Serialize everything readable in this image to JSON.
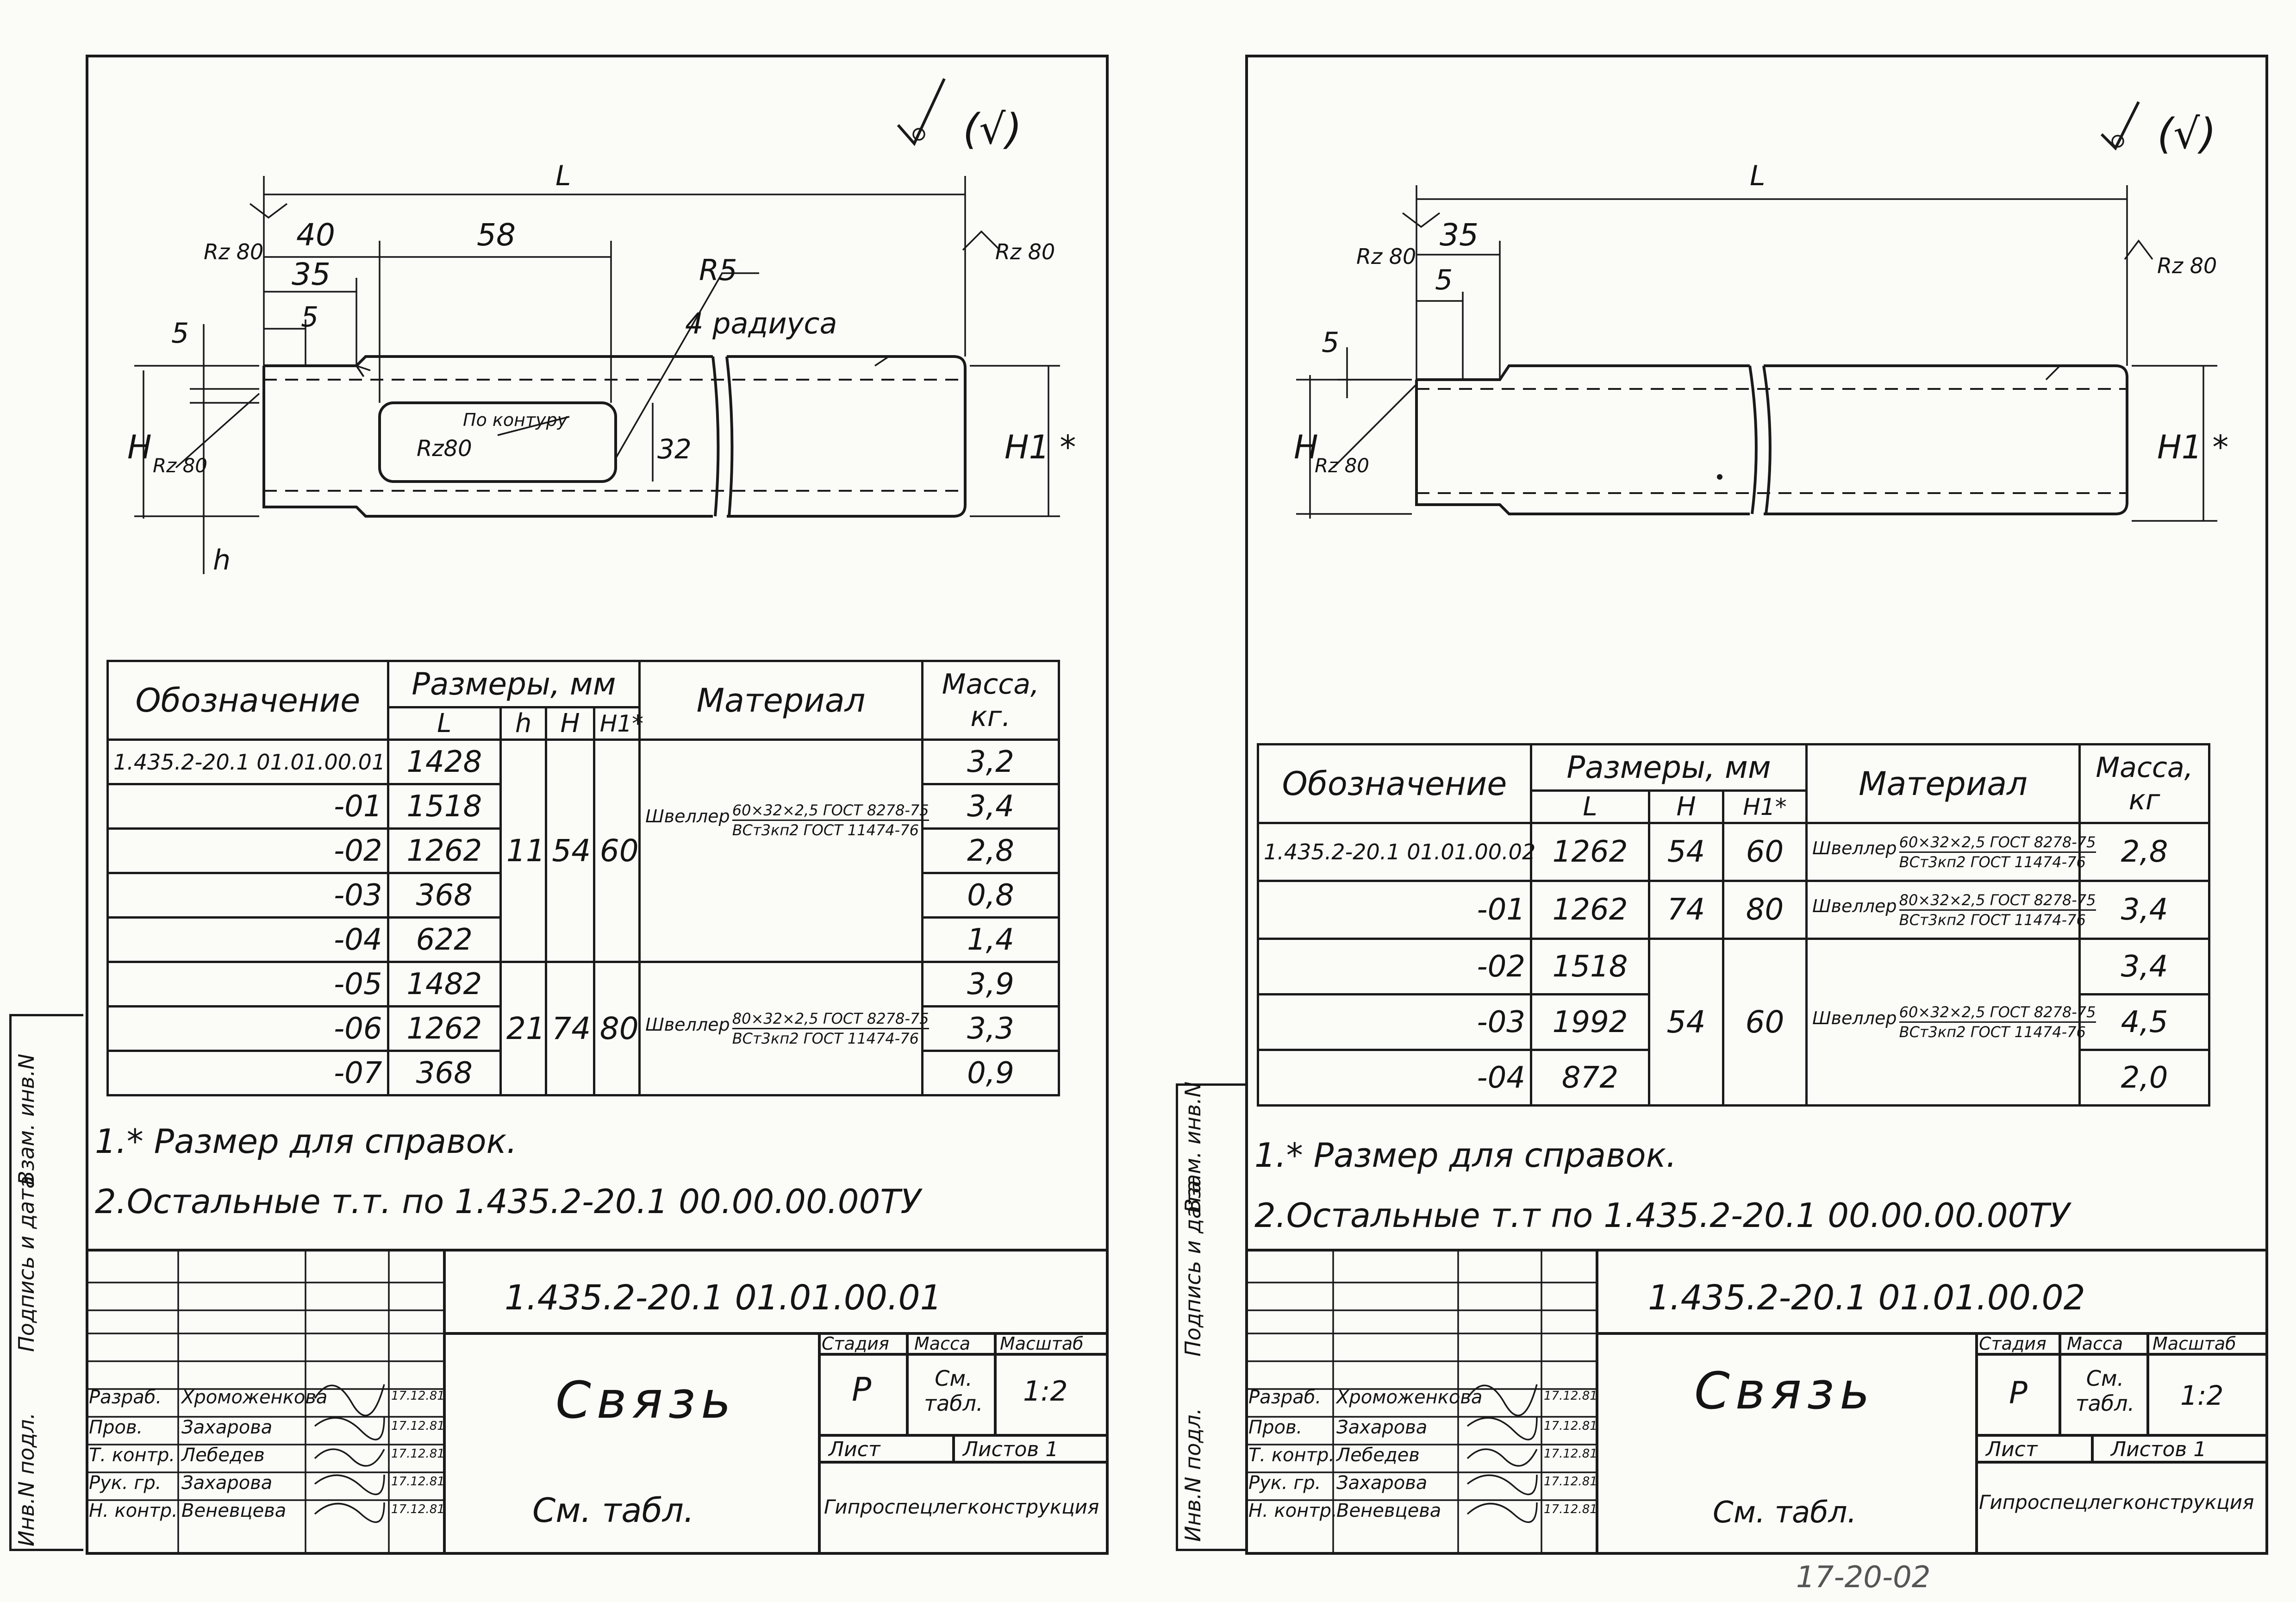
{
  "sheets": [
    {
      "drawing": {
        "dims": {
          "L": "L",
          "d40": "40",
          "d58": "58",
          "d35": "35",
          "d5a": "5",
          "d5b": "5",
          "H": "H",
          "h": "h",
          "H1": "H1 *",
          "d32": "32",
          "R5": "R5",
          "radii": "4 радиуса",
          "rz_top": "Rz 80",
          "rz_right": "Rz 80",
          "rz_left": "Rz 80",
          "rz_slot": "Rz80",
          "contour": "По контуру"
        },
        "roughness_mark": "(√)"
      },
      "table": {
        "h_desig": "Обозначение",
        "h_dims": "Размеры, мм",
        "h_mat": "Материал",
        "h_mass": "Масса, кг.",
        "h_cols": [
          "L",
          "h",
          "H",
          "H1*"
        ],
        "rows": [
          {
            "d": "1.435.2-20.1 01.01.00.01",
            "L": "1428",
            "m": "3,2"
          },
          {
            "d": "-01",
            "L": "1518",
            "m": "3,4"
          },
          {
            "d": "-02",
            "L": "1262",
            "m": "2,8"
          },
          {
            "d": "-03",
            "L": "368",
            "m": "0,8"
          },
          {
            "d": "-04",
            "L": "622",
            "m": "1,4"
          },
          {
            "d": "-05",
            "L": "1482",
            "m": "3,9"
          },
          {
            "d": "-06",
            "L": "1262",
            "m": "3,3"
          },
          {
            "d": "-07",
            "L": "368",
            "m": "0,9"
          }
        ],
        "groups": [
          {
            "h": "11",
            "H": "54",
            "H1": "60",
            "mat_a": "Швеллер",
            "mat_b": "60×32×2,5 ГОСТ 8278-75",
            "mat_c": "ВСт3кп2 ГОСТ 11474-76"
          },
          {
            "h": "21",
            "H": "74",
            "H1": "80",
            "mat_a": "Швеллер",
            "mat_b": "80×32×2,5 ГОСТ 8278-75",
            "mat_c": "ВСт3кп2 ГОСТ 11474-76"
          }
        ]
      },
      "notes": [
        "1.* Размер для справок.",
        "2.Остальные т.т. по 1.435.2-20.1 00.00.00.00ТУ"
      ],
      "titleblock": {
        "code": "1.435.2-20.1 01.01.00.01",
        "name": "Связь",
        "material": "См. табл.",
        "stage_h": "Стадия",
        "mass_h": "Масса",
        "scale_h": "Масштаб",
        "stage": "Р",
        "mass": "См. табл.",
        "scale": "1:2",
        "sheet": "Лист",
        "sheets": "Листов 1",
        "org": "Гипроспецлегконструкция",
        "people": [
          {
            "role": "Разраб.",
            "name": "Хроможенкова",
            "date": "17.12.81"
          },
          {
            "role": "Пров.",
            "name": "Захарова",
            "date": "17.12.81"
          },
          {
            "role": "Т. контр.",
            "name": "Лебедев",
            "date": "17.12.81"
          },
          {
            "role": "Рук. гр.",
            "name": "Захарова",
            "date": "17.12.81"
          },
          {
            "role": "Н. контр.",
            "name": "Веневцева",
            "date": "17.12.81"
          }
        ]
      },
      "side_labels": [
        "Инв.N подл.",
        "Подпись и дата",
        "Взам. инв.N"
      ]
    },
    {
      "drawing": {
        "dims": {
          "L": "L",
          "d35": "35",
          "d5a": "5",
          "d5b": "5",
          "H": "H",
          "H1": "H1 *",
          "rz_top": "Rz 80",
          "rz_right": "Rz 80",
          "rz_left": "Rz 80"
        },
        "roughness_mark": "(√)"
      },
      "table": {
        "h_desig": "Обозначение",
        "h_dims": "Размеры, мм",
        "h_mat": "Материал",
        "h_mass": "Масса, кг",
        "h_cols": [
          "L",
          "H",
          "H1*"
        ],
        "rows": [
          {
            "d": "1.435.2-20.1 01.01.00.02",
            "L": "1262",
            "H": "54",
            "H1": "60",
            "mat_a": "Швеллер",
            "mat_b": "60×32×2,5 ГОСТ 8278-75",
            "mat_c": "ВСт3кп2 ГОСТ 11474-76",
            "m": "2,8"
          },
          {
            "d": "-01",
            "L": "1262",
            "H": "74",
            "H1": "80",
            "mat_a": "Швеллер",
            "mat_b": "80×32×2,5 ГОСТ 8278-75",
            "mat_c": "ВСт3кп2 ГОСТ 11474-76",
            "m": "3,4"
          },
          {
            "d": "-02",
            "L": "1518",
            "m": "3,4"
          },
          {
            "d": "-03",
            "L": "1992",
            "m": "4,5"
          },
          {
            "d": "-04",
            "L": "872",
            "m": "2,0"
          }
        ],
        "group": {
          "H": "54",
          "H1": "60",
          "mat_a": "Швеллер",
          "mat_b": "60×32×2,5 ГОСТ 8278-75",
          "mat_c": "ВСт3кп2 ГОСТ 11474-76"
        }
      },
      "notes": [
        "1.* Размер для справок.",
        "2.Остальные т.т по 1.435.2-20.1 00.00.00.00ТУ"
      ],
      "titleblock": {
        "code": "1.435.2-20.1 01.01.00.02",
        "name": "Связь",
        "material": "См. табл.",
        "stage_h": "Стадия",
        "mass_h": "Масса",
        "scale_h": "Масштаб",
        "stage": "Р",
        "mass": "См. табл.",
        "scale": "1:2",
        "sheet": "Лист",
        "sheets": "Листов 1",
        "org": "Гипроспецлегконструкция",
        "people": [
          {
            "role": "Разраб.",
            "name": "Хроможенкова",
            "date": "17.12.81"
          },
          {
            "role": "Пров.",
            "name": "Захарова",
            "date": "17.12.81"
          },
          {
            "role": "Т. контр.",
            "name": "Лебедев",
            "date": "17.12.81"
          },
          {
            "role": "Рук. гр.",
            "name": "Захарова",
            "date": "17.12.81"
          },
          {
            "role": "Н. контр.",
            "name": "Веневцева",
            "date": "17.12.81"
          }
        ]
      },
      "side_labels": [
        "Инв.N подл.",
        "Подпись и дата",
        "Взам. инв.N"
      ],
      "footer_code": "17-20-02"
    }
  ]
}
